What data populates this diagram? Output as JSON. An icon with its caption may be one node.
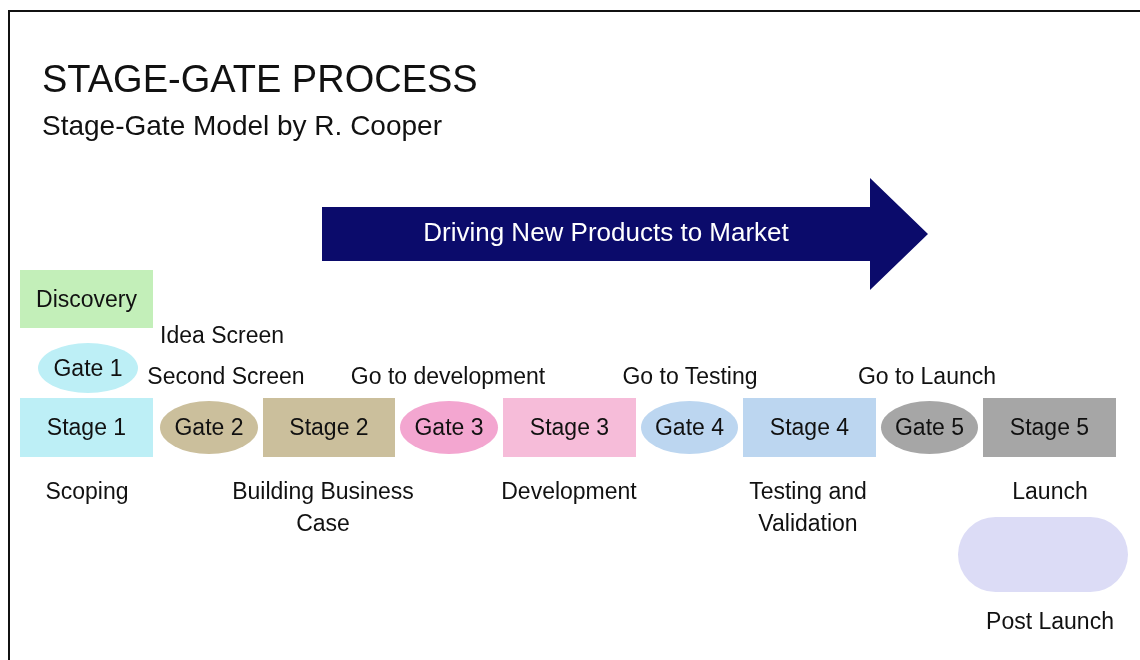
{
  "diagram": {
    "title": "STAGE-GATE PROCESS",
    "nodes": [
      {
        "text": [
          "Driving New Products to Market"
        ]
      },
      {
        "text": [
          "Discovery"
        ]
      },
      {
        "text": [
          "Gate 1"
        ]
      },
      {
        "text": [
          "Stage 1"
        ],
        "beside": [
          "Scoping"
        ]
      },
      {
        "text": [
          "Gate 2"
        ],
        "beside": [
          "Second Screen"
        ]
      },
      {
        "text": [
          "Stage 2"
        ],
        "beside": [
          "Building Business Case"
        ]
      },
      {
        "text": [
          "Gate 3"
        ],
        "beside": [
          "Go to development"
        ]
      },
      {
        "text": [
          "Stage 3"
        ],
        "beside": [
          "Development"
        ]
      },
      {
        "text": [
          "Gate 4"
        ],
        "beside": [
          "Go to Testing"
        ]
      },
      {
        "text": [
          "Stage 4"
        ],
        "beside": [
          "Testing and Validation"
        ]
      },
      {
        "text": [
          "Gate 5"
        ],
        "beside": [
          "Go to Launch"
        ]
      },
      {
        "text": [
          "Stage 5"
        ],
        "beside": [
          "Launch"
        ]
      },
      {
        "text": [],
        "shape": "box",
        "beside": [
          "Post Launch"
        ]
      }
    ],
    "labels": [
      "Stage-Gate Model by R. Cooper",
      "Idea Screen"
    ]
  }
}
